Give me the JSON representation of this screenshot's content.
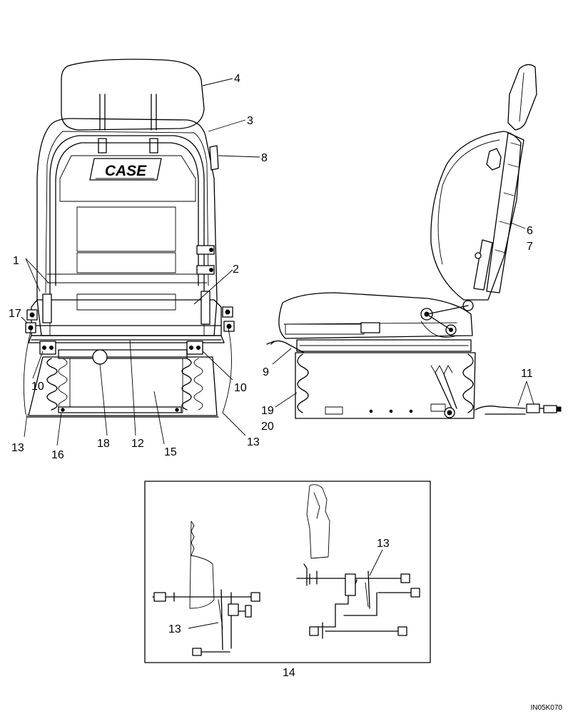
{
  "diagram": {
    "brand_logo_text": "CASE",
    "reference_id": "IN05K070",
    "callouts": {
      "c1": "1",
      "c2": "2",
      "c3": "3",
      "c4": "4",
      "c6": "6",
      "c7": "7",
      "c8": "8",
      "c9": "9",
      "c10a": "10",
      "c10b": "10",
      "c11": "11",
      "c12": "12",
      "c13a": "13",
      "c13b": "13",
      "c13c": "13",
      "c13d": "13",
      "c14": "14",
      "c15": "15",
      "c16": "16",
      "c17": "17",
      "c18": "18",
      "c19": "19",
      "c20": "20"
    }
  }
}
